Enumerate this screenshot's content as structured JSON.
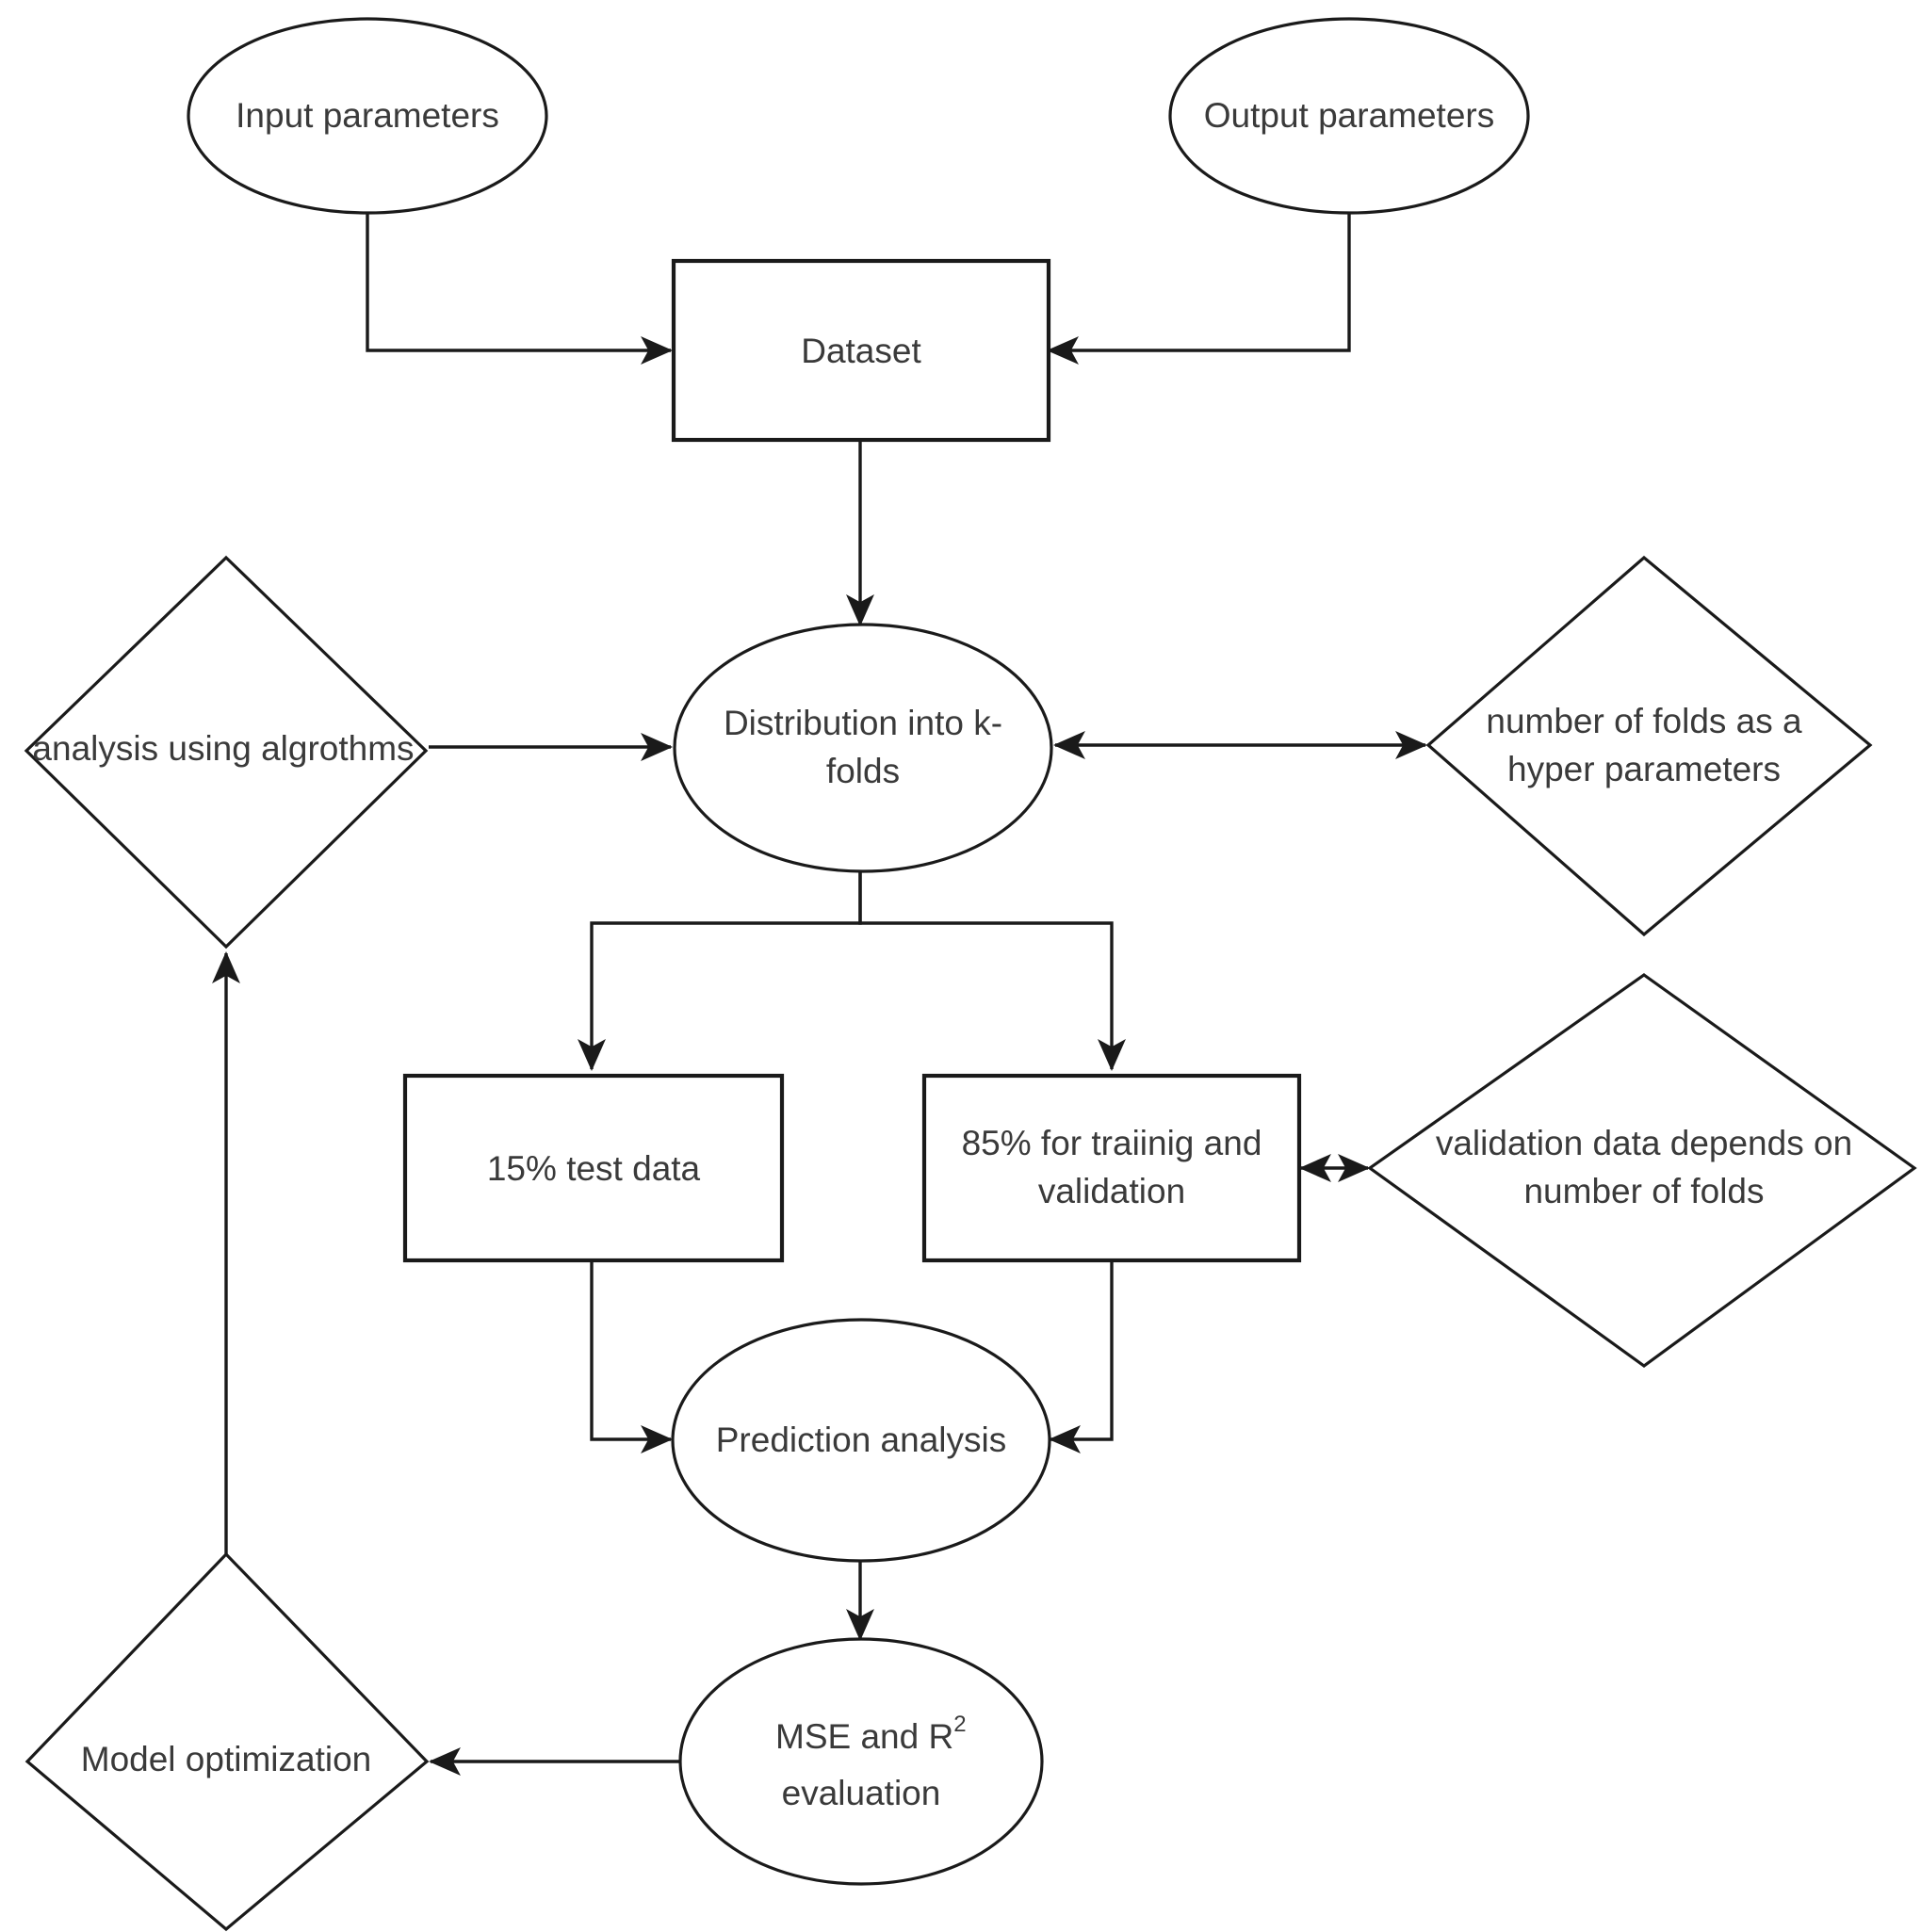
{
  "diagram": {
    "title": "Machine learning k-fold cross validation workflow",
    "line_color": "#1a1a1a",
    "text_color": "#3a3a3a",
    "background": "#ffffff",
    "nodes": [
      {
        "id": "input-parameters",
        "shape": "ellipse",
        "label": "Input parameters",
        "lines": [
          "Input parameters"
        ]
      },
      {
        "id": "output-parameters",
        "shape": "ellipse",
        "label": "Output parameters",
        "lines": [
          "Output parameters"
        ]
      },
      {
        "id": "dataset",
        "shape": "rect",
        "label": "Dataset",
        "lines": [
          "Dataset"
        ]
      },
      {
        "id": "distribution-k-folds",
        "shape": "ellipse",
        "label": "Distribution into k-folds",
        "lines": [
          "Distribution into k-",
          "folds"
        ]
      },
      {
        "id": "analysis-algorithms",
        "shape": "diamond",
        "label": "analysis using algrothms",
        "lines": [
          "analysis using algrothms"
        ]
      },
      {
        "id": "number-of-folds",
        "shape": "diamond",
        "label": "number of folds as a hyper parameters",
        "lines": [
          "number of folds as a",
          "hyper parameters"
        ]
      },
      {
        "id": "test-data",
        "shape": "rect",
        "label": "15% test data",
        "lines": [
          "15% test data"
        ]
      },
      {
        "id": "training-validation",
        "shape": "rect",
        "label": "85% for traiinig and validation",
        "lines": [
          "85% for traiinig and",
          "validation"
        ]
      },
      {
        "id": "validation-depends",
        "shape": "diamond",
        "label": "validation data depends on number of folds",
        "lines": [
          "validation data depends on",
          "number of folds"
        ]
      },
      {
        "id": "prediction-analysis",
        "shape": "ellipse",
        "label": "Prediction analysis",
        "lines": [
          "Prediction analysis"
        ]
      },
      {
        "id": "mse-r2-evaluation",
        "shape": "ellipse",
        "label": "MSE and R2 evaluation",
        "lines": [
          "MSE and R",
          "evaluation"
        ],
        "superscript": "2"
      },
      {
        "id": "model-optimization",
        "shape": "diamond",
        "label": "Model optimization",
        "lines": [
          "Model optimization"
        ]
      }
    ],
    "edges": [
      {
        "id": "edge-input-to-dataset",
        "from": "input-parameters",
        "to": "dataset",
        "arrows": "forward"
      },
      {
        "id": "edge-output-to-dataset",
        "from": "output-parameters",
        "to": "dataset",
        "arrows": "forward"
      },
      {
        "id": "edge-dataset-to-kfolds",
        "from": "dataset",
        "to": "distribution-k-folds",
        "arrows": "forward"
      },
      {
        "id": "edge-analysis-to-kfolds",
        "from": "analysis-algorithms",
        "to": "distribution-k-folds",
        "arrows": "forward"
      },
      {
        "id": "edge-kfolds-to-numfolds",
        "from": "distribution-k-folds",
        "to": "number-of-folds",
        "arrows": "both"
      },
      {
        "id": "edge-kfolds-to-test",
        "from": "distribution-k-folds",
        "to": "test-data",
        "arrows": "forward"
      },
      {
        "id": "edge-kfolds-to-training",
        "from": "distribution-k-folds",
        "to": "training-validation",
        "arrows": "forward"
      },
      {
        "id": "edge-training-to-validation",
        "from": "training-validation",
        "to": "validation-depends",
        "arrows": "both"
      },
      {
        "id": "edge-test-to-prediction",
        "from": "test-data",
        "to": "prediction-analysis",
        "arrows": "forward"
      },
      {
        "id": "edge-training-to-prediction",
        "from": "training-validation",
        "to": "prediction-analysis",
        "arrows": "forward"
      },
      {
        "id": "edge-prediction-to-mse",
        "from": "prediction-analysis",
        "to": "mse-r2-evaluation",
        "arrows": "forward"
      },
      {
        "id": "edge-mse-to-optimization",
        "from": "mse-r2-evaluation",
        "to": "model-optimization",
        "arrows": "forward"
      },
      {
        "id": "edge-optimization-to-analysis",
        "from": "model-optimization",
        "to": "analysis-algorithms",
        "arrows": "forward"
      }
    ]
  }
}
